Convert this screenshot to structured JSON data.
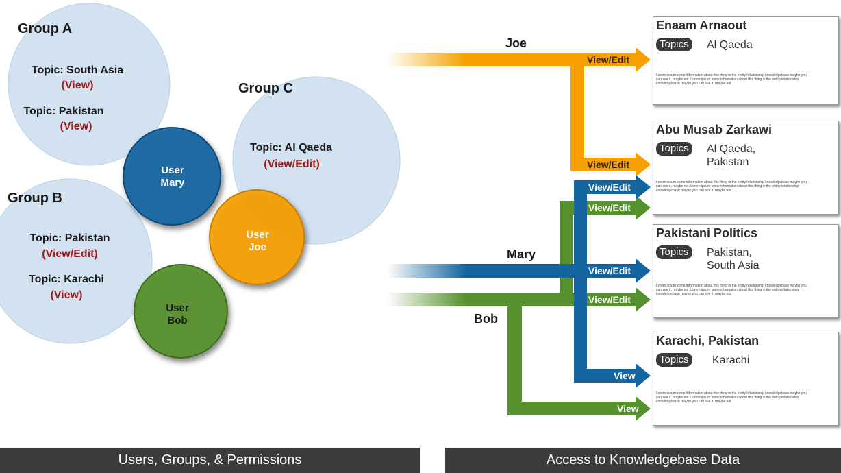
{
  "groups": {
    "a": {
      "title": "Group A",
      "topic1": "Topic: South Asia",
      "perm1": "(View)",
      "topic2": "Topic: Pakistan",
      "perm2": "(View)"
    },
    "b": {
      "title": "Group B",
      "topic1": "Topic: Pakistan",
      "perm1": "(View/Edit)",
      "topic2": "Topic: Karachi",
      "perm2": "(View)"
    },
    "c": {
      "title": "Group C",
      "topic1": "Topic: Al Qaeda",
      "perm1": "(View/Edit)"
    }
  },
  "users": {
    "mary": {
      "line1": "User",
      "line2": "Mary"
    },
    "joe": {
      "line1": "User",
      "line2": "Joe"
    },
    "bob": {
      "line1": "User",
      "line2": "Bob"
    }
  },
  "flows": {
    "joe_label": "Joe",
    "mary_label": "Mary",
    "bob_label": "Bob",
    "view_edit": "View/Edit",
    "view": "View"
  },
  "cards": [
    {
      "title": "Enaam Arnaout",
      "topics_label": "Topics",
      "topics": "Al Qaeda",
      "lorem": "Lorem ipsum some information about this thing in the entity/relationship knowledgebase maybe you can see it, maybe not. Lorem ipsum some information about this thing in the entity/relationship knowledgebase maybe you can see it, maybe not."
    },
    {
      "title": "Abu Musab Zarkawi",
      "topics_label": "Topics",
      "topics": "Al Qaeda,\nPakistan",
      "lorem": "Lorem ipsum some information about this thing in the entity/relationship knowledgebase maybe you can see it, maybe not. Lorem ipsum some information about this thing in the entity/relationship knowledgebase maybe you can see it, maybe not."
    },
    {
      "title": "Pakistani Politics",
      "topics_label": "Topics",
      "topics": "Pakistan,\nSouth Asia",
      "lorem": "Lorem ipsum some information about this thing in the entity/relationship knowledgebase maybe you can see it, maybe not. Lorem ipsum some information about this thing in the entity/relationship knowledgebase maybe you can see it, maybe not."
    },
    {
      "title": "Karachi, Pakistan",
      "topics_label": "Topics",
      "topics": "Karachi",
      "lorem": "Lorem ipsum some information about this thing in the entity/relationship knowledgebase maybe you can see it, maybe not. Lorem ipsum some information about this thing in the entity/relationship knowledgebase maybe you can see it, maybe not."
    }
  ],
  "banners": {
    "left": "Users, Groups, & Permissions",
    "right": "Access to Knowledgebase Data"
  },
  "colors": {
    "group_fill": "#d2e2f1",
    "mary": "#1565a0",
    "joe": "#f7a000",
    "bob": "#55912c",
    "permission_text": "#9b1c1c"
  }
}
